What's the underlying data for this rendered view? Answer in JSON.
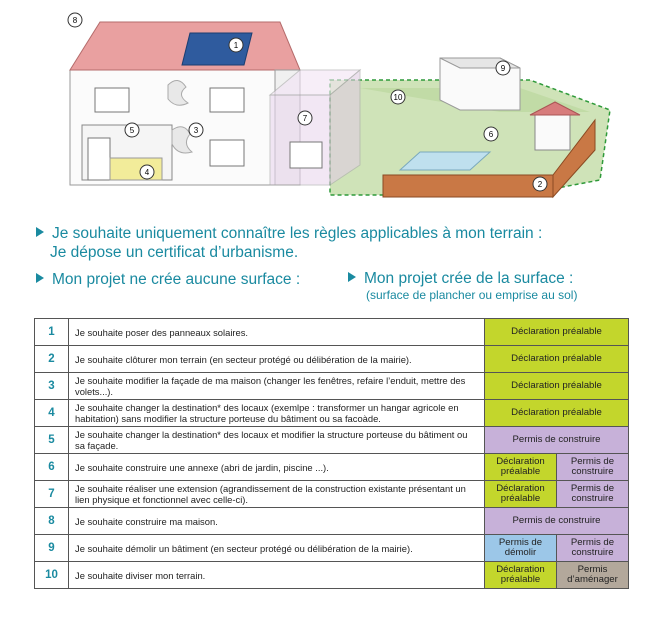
{
  "illustration": {
    "markers": [
      "1",
      "2",
      "3",
      "4",
      "5",
      "6",
      "7",
      "8",
      "9",
      "10"
    ]
  },
  "headings": {
    "main_line1": "Je souhaite uniquement connaître les règles applicables à mon terrain :",
    "main_line2": "Je dépose un certificat d’urbanisme.",
    "no_surface": "Mon projet ne crée aucune surface :",
    "surface": "Mon projet crée de la surface :",
    "surface_sub": "(surface de plancher ou emprise au sol)"
  },
  "rows": [
    {
      "num": "1",
      "text": "Je souhaite poser des panneaux solaires.",
      "a": "Déclaration préalable",
      "b": ""
    },
    {
      "num": "2",
      "text": "Je souhaite clôturer mon terrain (en secteur protégé ou délibération de la mairie).",
      "a": "Déclaration préalable",
      "b": ""
    },
    {
      "num": "3",
      "text": "Je souhaite modifier la façade de ma maison (changer les fenêtres, refaire l’enduit, mettre des volets...).",
      "a": "Déclaration préalable",
      "b": ""
    },
    {
      "num": "4",
      "text": "Je souhaite changer la destination* des locaux (exemlpe : transformer un hangar agricole en habitation) sans modifier la structure porteuse du bâtiment ou sa facoàde.",
      "a": "Déclaration préalable",
      "b": ""
    },
    {
      "num": "5",
      "text": "Je souhaite changer la destination* des locaux et modifier la structure porteuse du bâtiment ou sa façade.",
      "a": "Permis de construire",
      "b": ""
    },
    {
      "num": "6",
      "text": "Je souhaite construire une annexe (abri de jardin, piscine ...).",
      "a": "Déclaration préalable",
      "b": "Permis de construire"
    },
    {
      "num": "7",
      "text": "Je souhaite réaliser une extension (agrandissement de la construction existante présentant un lien physique et fonctionnel avec celle-ci).",
      "a": "Déclaration préalable",
      "b": "Permis de construire"
    },
    {
      "num": "8",
      "text": "Je souhaite construire ma maison.",
      "a": "Permis de construire",
      "b": ""
    },
    {
      "num": "9",
      "text": "Je souhaite démolir un bâtiment (en secteur protégé ou délibération de la mairie).",
      "a": "Permis de démolir",
      "b": "Permis de construire"
    },
    {
      "num": "10",
      "text": "Je souhaite diviser mon terrain.",
      "a": "Déclaration préalable",
      "b": "Permis d’aménager"
    }
  ]
}
